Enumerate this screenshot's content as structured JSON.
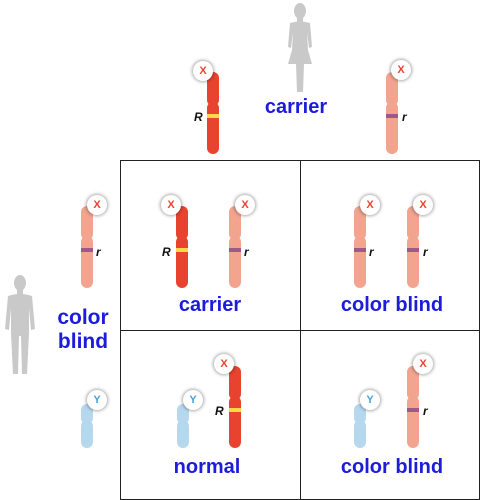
{
  "mother": {
    "icon": "female-silhouette-icon",
    "phenotype": "carrier",
    "chromosomes": [
      {
        "type": "X",
        "allele": "R",
        "color": "#e8432e"
      },
      {
        "type": "X",
        "allele": "r",
        "color": "#f2a48f"
      }
    ]
  },
  "father": {
    "icon": "male-silhouette-icon",
    "phenotype": "color\nblind",
    "chromosomes": [
      {
        "type": "X",
        "allele": "r",
        "color": "#f2a48f"
      },
      {
        "type": "Y",
        "allele": "",
        "color": "#b6d8ef"
      }
    ]
  },
  "grid": [
    {
      "label": "carrier"
    },
    {
      "label": "color blind"
    },
    {
      "label": "normal"
    },
    {
      "label": "color blind"
    }
  ],
  "colors": {
    "label_text": "#1c1cdb",
    "x_dominant": "#e8432e",
    "x_recessive": "#f2a48f",
    "y_chromosome": "#b6d8ef",
    "band_dominant": "#ffd84a",
    "band_recessive": "#9b5a8a",
    "grid_border": "#222222"
  }
}
